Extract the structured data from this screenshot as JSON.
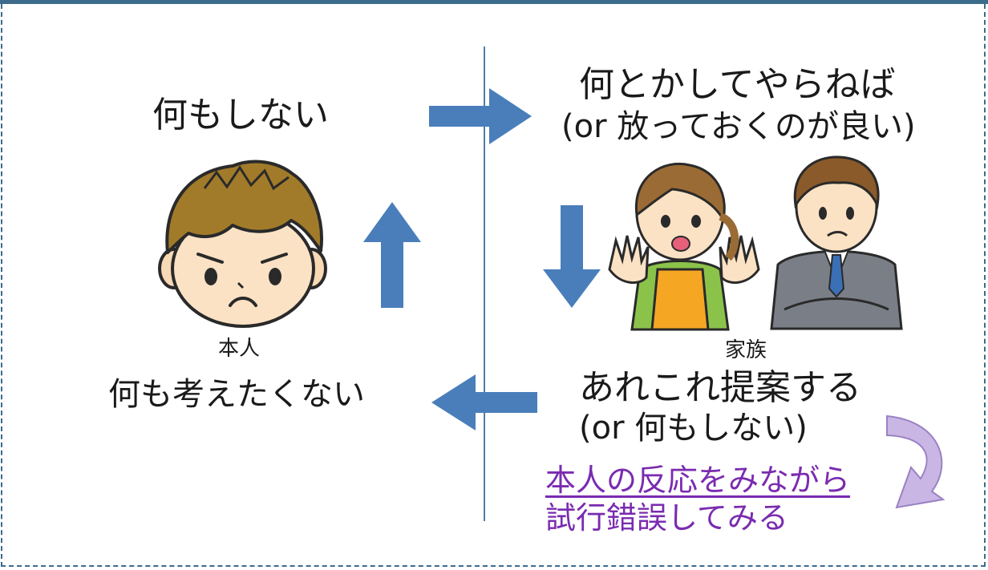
{
  "left": {
    "top_text": "何もしない",
    "person_label": "本人",
    "bottom_text": "何も考えたくない"
  },
  "right": {
    "top_line1": "何とかしてやらねば",
    "top_line2": "(or 放っておくのが良い)",
    "family_label": "家族",
    "bottom_line1": "あれこれ提案する",
    "bottom_line2": "(or 何もしない)",
    "note_line1": "本人の反応をみながら",
    "note_line2": "試行錯誤してみる"
  },
  "colors": {
    "frame": "#3d6b8c",
    "arrow": "#4a7ebb",
    "note": "#7a2bb0",
    "curve_arrow": "#c9b6e4"
  },
  "icons": {
    "person": "boy-face",
    "family": [
      "mother-figure",
      "father-figure"
    ]
  }
}
